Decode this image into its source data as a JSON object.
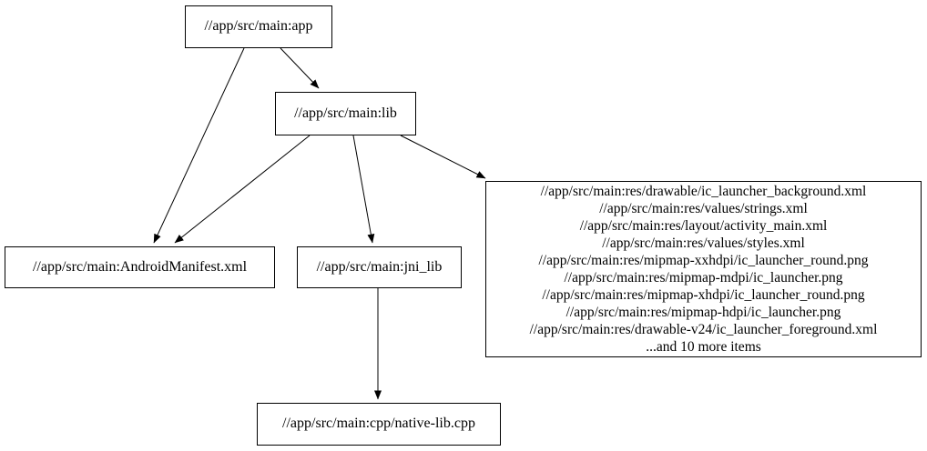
{
  "diagram": {
    "type": "dependency-graph",
    "nodes": {
      "app": {
        "label": "//app/src/main:app"
      },
      "lib": {
        "label": "//app/src/main:lib"
      },
      "android_manifest": {
        "label": "//app/src/main:AndroidManifest.xml"
      },
      "jni_lib": {
        "label": "//app/src/main:jni_lib"
      },
      "native_lib": {
        "label": "//app/src/main:cpp/native-lib.cpp"
      },
      "resources": {
        "lines": [
          "//app/src/main:res/drawable/ic_launcher_background.xml",
          "//app/src/main:res/values/strings.xml",
          "//app/src/main:res/layout/activity_main.xml",
          "//app/src/main:res/values/styles.xml",
          "//app/src/main:res/mipmap-xxhdpi/ic_launcher_round.png",
          "//app/src/main:res/mipmap-mdpi/ic_launcher.png",
          "//app/src/main:res/mipmap-xhdpi/ic_launcher_round.png",
          "//app/src/main:res/mipmap-hdpi/ic_launcher.png",
          "//app/src/main:res/drawable-v24/ic_launcher_foreground.xml",
          "...and 10 more items"
        ]
      }
    },
    "edges": [
      {
        "from": "//app/src/main:app",
        "to": "//app/src/main:lib"
      },
      {
        "from": "//app/src/main:app",
        "to": "//app/src/main:AndroidManifest.xml"
      },
      {
        "from": "//app/src/main:lib",
        "to": "//app/src/main:AndroidManifest.xml"
      },
      {
        "from": "//app/src/main:lib",
        "to": "//app/src/main:jni_lib"
      },
      {
        "from": "//app/src/main:lib",
        "to": "resources-group"
      },
      {
        "from": "//app/src/main:jni_lib",
        "to": "//app/src/main:cpp/native-lib.cpp"
      }
    ],
    "colors": {
      "node_border": "#000000",
      "node_fill": "#ffffff",
      "edge": "#000000",
      "text": "#000000",
      "background": "#ffffff"
    }
  }
}
